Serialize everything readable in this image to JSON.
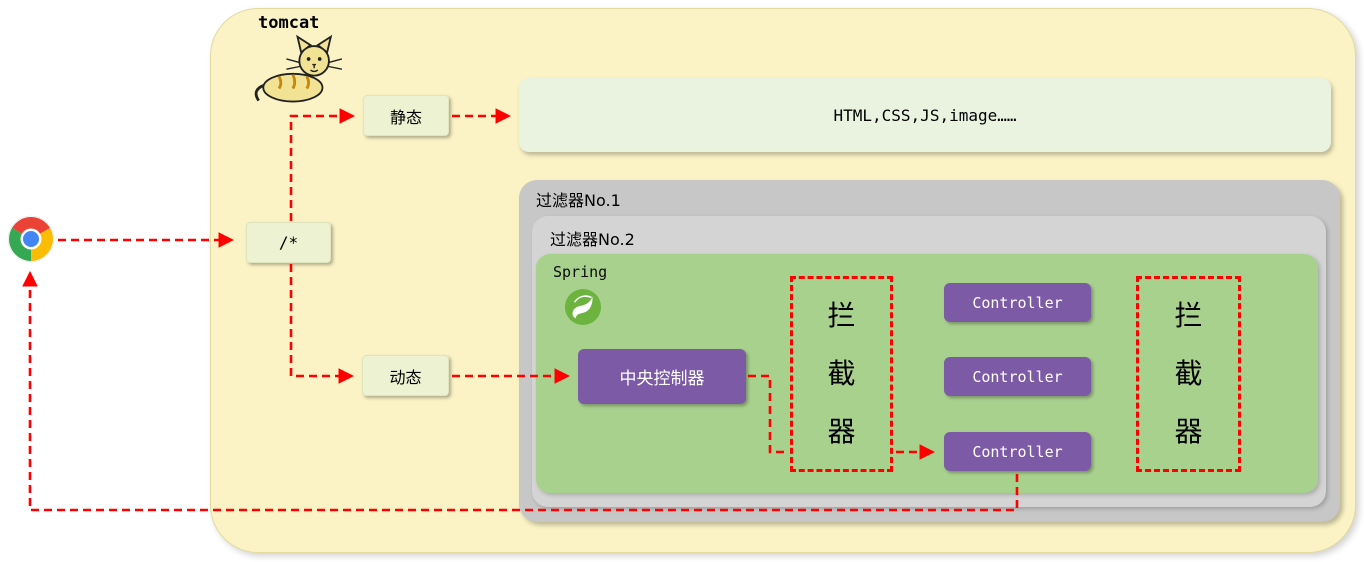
{
  "colors": {
    "tomcat_bg": "#FBF3C5",
    "resource_bg": "#E9F3DF",
    "small_box_bg": "#ECF2D2",
    "filter1_bg": "#C7C7C7",
    "filter2_bg": "#D4D4D4",
    "spring_bg": "#A9D18E",
    "purple_box": "#7C5AA5",
    "arrow": "#FF0000",
    "spring_leaf": "#6DB33F"
  },
  "browser": {
    "icon": "chrome-browser-icon"
  },
  "tomcat": {
    "title": "tomcat",
    "logo": "tomcat-cat-icon",
    "route": "/*",
    "static_label": "静态",
    "dynamic_label": "动态",
    "resources": "HTML,CSS,JS,image……",
    "filter1_label": "过滤器No.1",
    "filter2_label": "过滤器No.2"
  },
  "spring": {
    "title": "Spring",
    "logo": "spring-leaf-icon",
    "dispatcher": "中央控制器",
    "interceptor_left": "拦截器",
    "interceptor_right": "拦截器",
    "controllers": [
      "Controller",
      "Controller",
      "Controller"
    ]
  }
}
